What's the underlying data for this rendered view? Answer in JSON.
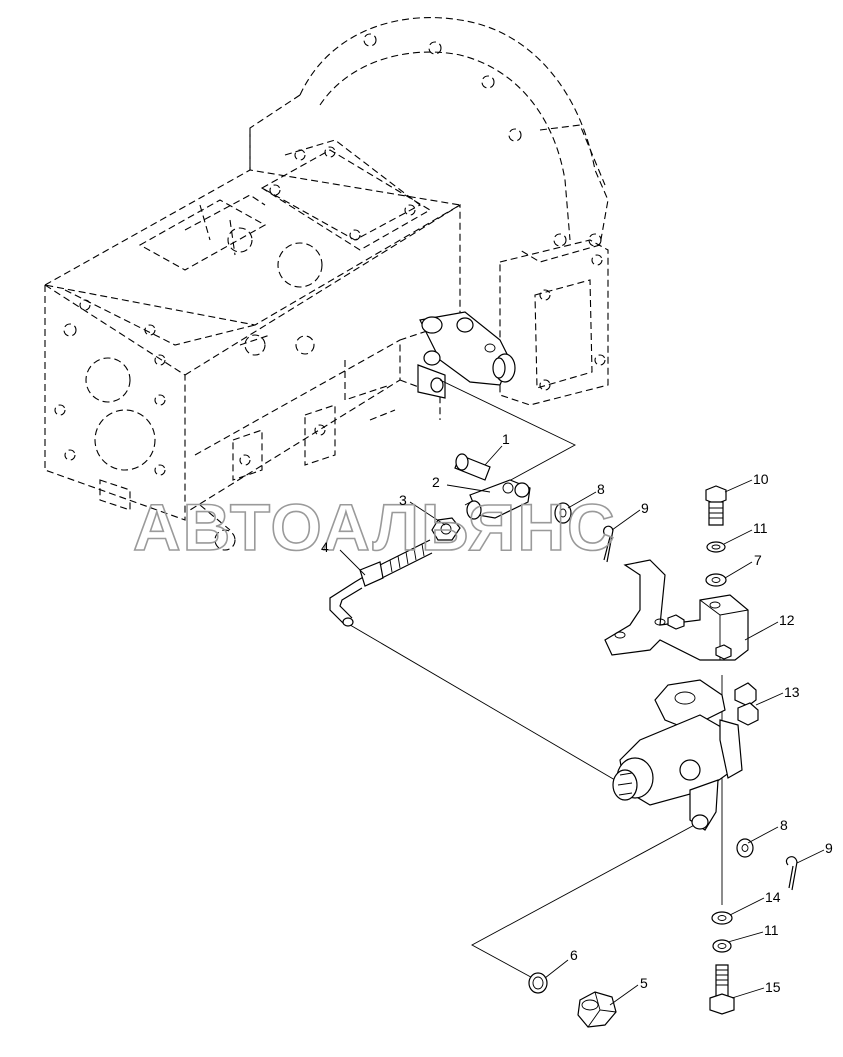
{
  "watermark": "АВТОАЛЬЯНС",
  "callouts": {
    "c1": "1",
    "c2": "2",
    "c3": "3",
    "c4": "4",
    "c5": "5",
    "c6": "6",
    "c7": "7",
    "c8a": "8",
    "c8b": "8",
    "c9a": "9",
    "c9b": "9",
    "c10": "10",
    "c11a": "11",
    "c11b": "11",
    "c12": "12",
    "c13": "13",
    "c14": "14",
    "c15": "15"
  }
}
